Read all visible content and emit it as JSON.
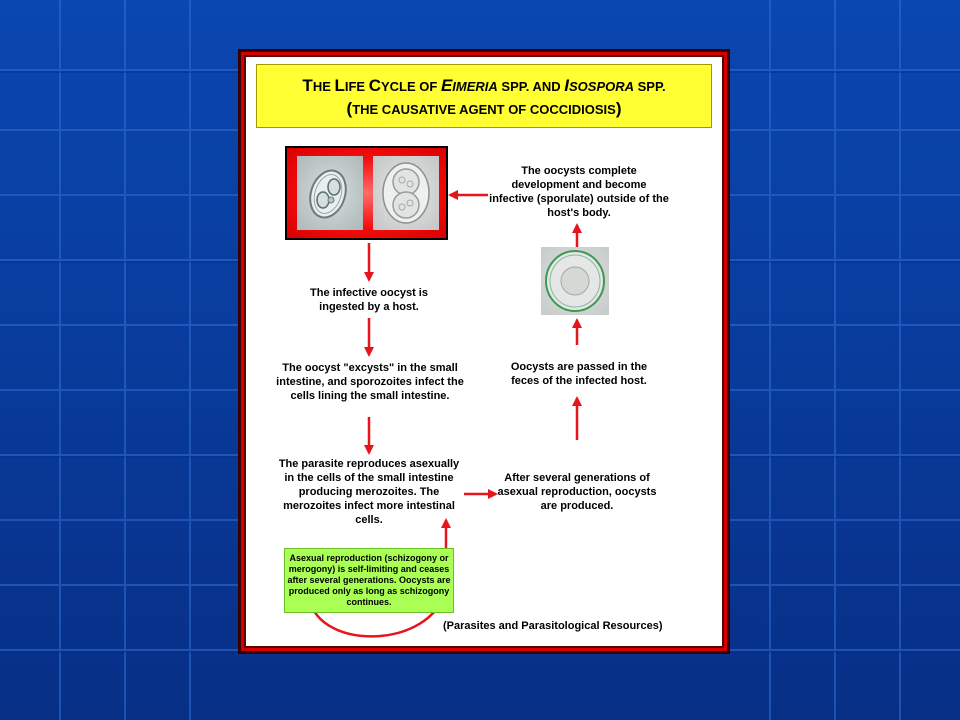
{
  "title": {
    "line1_part1_cap": "T",
    "line1_part1_small": "HE ",
    "line1_part2_cap": "L",
    "line1_part2_small": "IFE ",
    "line1_part3_cap": "C",
    "line1_part3_small": "YCLE OF ",
    "genus1_cap": "E",
    "genus1_small": "IMERIA",
    "mid_small": " SPP. AND ",
    "genus2_cap": "I",
    "genus2_small": "SOSPORA",
    "end_small": " SPP.",
    "line2_open": "(",
    "line2_small": "THE CAUSATIVE AGENT OF COCCIDIOSIS",
    "line2_close": ")"
  },
  "steps": {
    "sporulate": "The oocysts complete development and become infective (sporulate) outside of the host's body.",
    "ingested": "The infective oocyst is ingested by a host.",
    "excyst": "The oocyst \"excysts\" in the small intestine, and sporozoites infect the cells lining the small intestine.",
    "reproduce": "The parasite reproduces asexually in the cells of the small intestine producing merozoites.  The merozoites infect more intestinal cells.",
    "oocysts_produced": "After several generations of asexual reproduction, oocysts are produced.",
    "passed": "Oocysts are passed in the feces of the infected host."
  },
  "note": "Asexual reproduction (schizogony or merogony) is self-limiting and ceases after several generations. Oocysts are produced only as long as schizogony continues.",
  "credit": "(Parasites and Parasitological Resources)",
  "colors": {
    "arrow": "#e8141c",
    "title_bg": "#ffff33",
    "note_bg": "#aaff55",
    "slide_bg": "#0b3f9c"
  }
}
